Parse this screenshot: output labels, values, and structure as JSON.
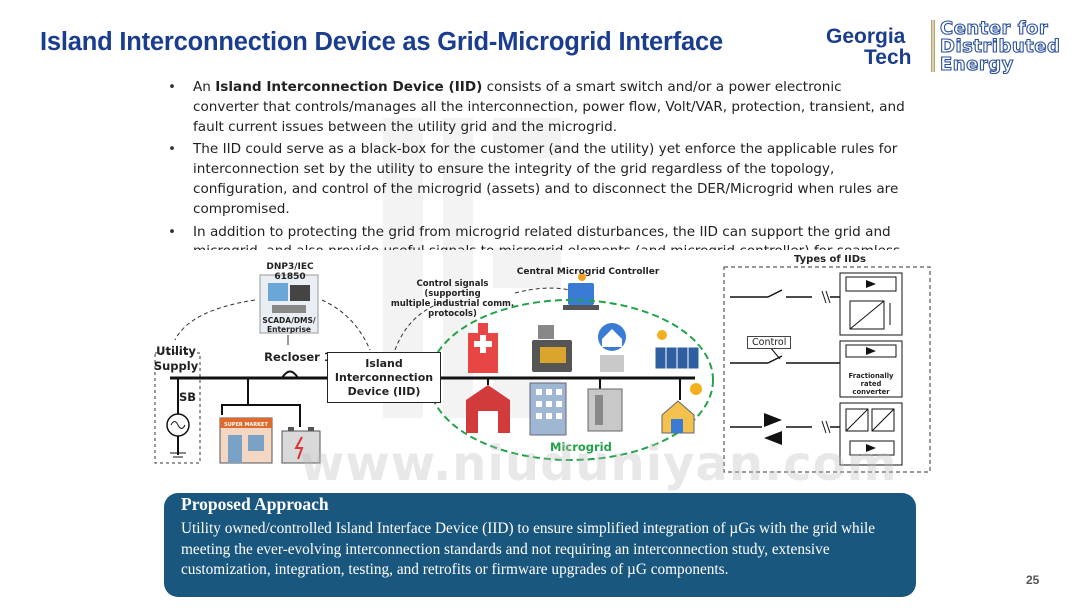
{
  "slide": {
    "title": "Island Interconnection Device as Grid-Microgrid Interface",
    "page_number": "25"
  },
  "logo": {
    "line1": "Georgia",
    "line2": "Tech",
    "center_line1": "Center for",
    "center_line2": "Distributed",
    "center_line3": "Energy"
  },
  "bullets": [
    {
      "prefix": "An ",
      "bold": "Island Interconnection Device (IID)",
      "text": " consists of a smart switch and/or a power electronic converter that controls/manages all the interconnection, power flow, Volt/VAR, protection, transient, and fault current issues between the utility grid and the microgrid."
    },
    {
      "prefix": "",
      "bold": "",
      "text": "The IID could serve as a black-box for the customer (and the utility) yet enforce the applicable rules for interconnection set by the utility to ensure the integrity of the grid regardless of the topology, configuration, and control of the microgrid (assets) and to disconnect the DER/Microgrid when rules are compromised."
    },
    {
      "prefix": "",
      "bold": "",
      "text": "In addition to protecting the grid from microgrid related disturbances, the IID can support the grid and microgrid, and also provide useful signals to microgrid elements (and microgrid controller) for seamless reconnection, etc."
    }
  ],
  "diagram": {
    "dnp3": "DNP3/IEC 61850",
    "scada_line1": "SCADA/DMS/",
    "scada_line2": "Enterprise",
    "control_signals_line1": "Control signals (supporting",
    "control_signals_line2": "multiple industrial comm.",
    "control_signals_line3": "protocols)",
    "central_controller": "Central Microgrid Controller",
    "utility_line1": "Utility",
    "utility_line2": "Supply",
    "sb": "SB",
    "recloser": "Recloser 1",
    "iid_line1": "Island",
    "iid_line2": "Interconnection",
    "iid_line3": "Device (IID)",
    "microgrid": "Microgrid",
    "supermarket": "SUPER MARKET",
    "types_title": "Types of IIDs",
    "control": "Control",
    "fractionally_line1": "Fractionally",
    "fractionally_line2": "rated",
    "fractionally_line3": "converter"
  },
  "proposal": {
    "heading": "Proposed Approach",
    "body": "Utility owned/controlled Island Interface Device (IID) to ensure simplified integration of µGs with the grid while meeting the ever-evolving interconnection standards and not requiring an interconnection study, extensive customization, integration, testing,  and retrofits or firmware upgrades of  µG components."
  },
  "watermark": "www.niuduniyan.com",
  "colors": {
    "title": "#1a3d8f",
    "proposal_bg": "#1a577f",
    "microgrid_green": "#22a34a",
    "logo_gold": "#b3a369"
  }
}
